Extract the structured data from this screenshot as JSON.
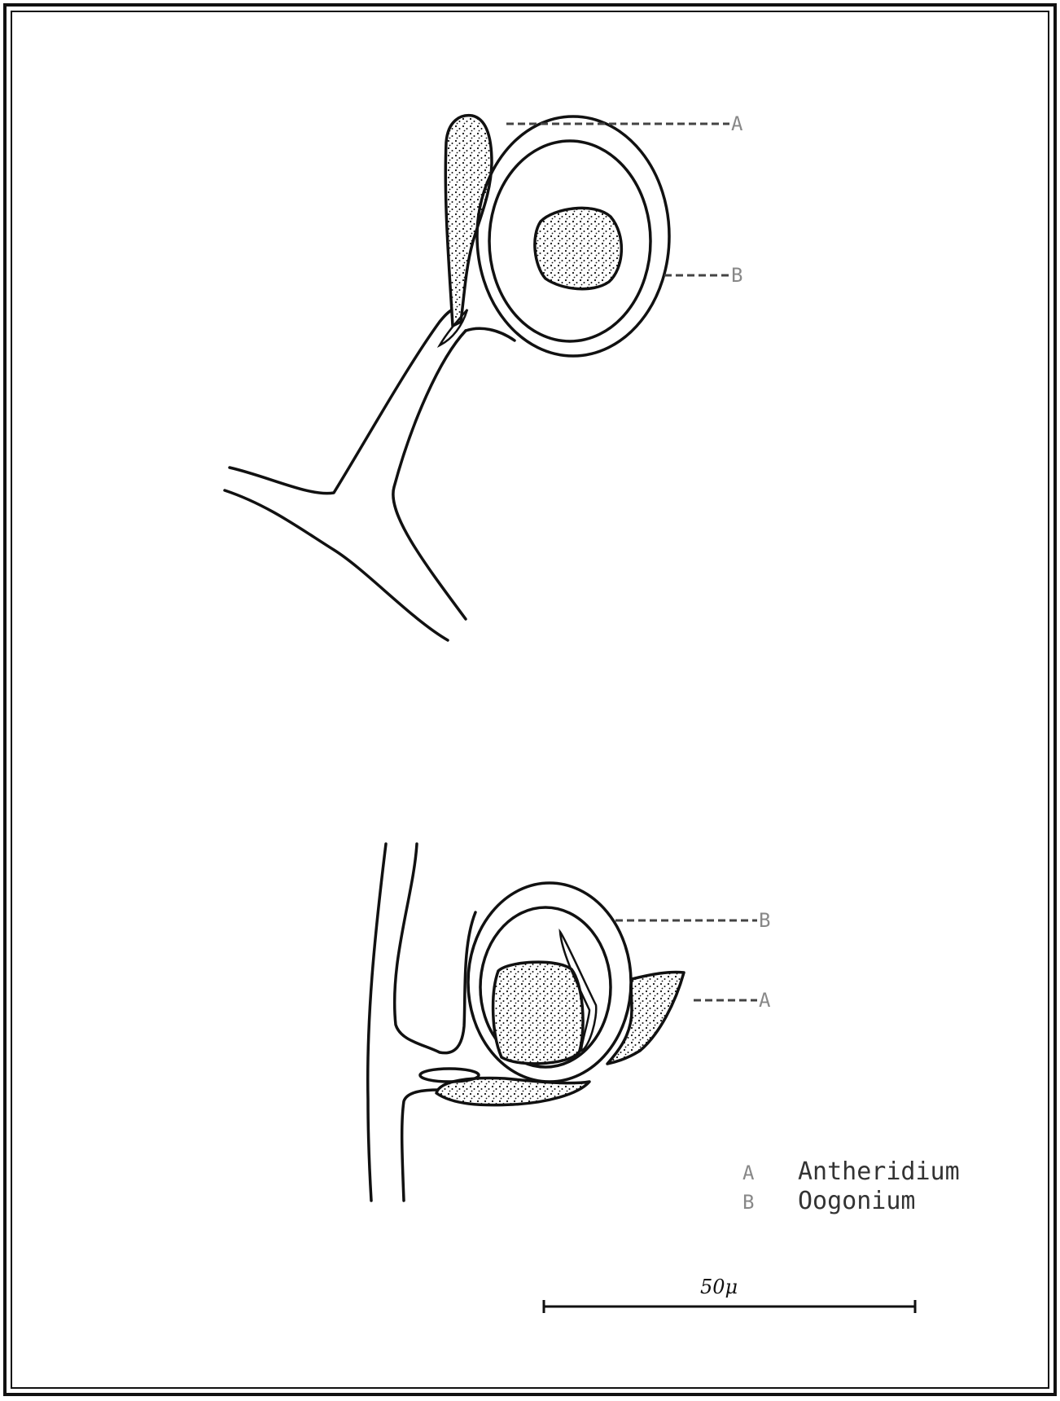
{
  "figure": {
    "labels": {
      "top_A": "A",
      "top_B": "B",
      "bottom_B": "B",
      "bottom_A": "A"
    },
    "legend": [
      {
        "key": "A",
        "text": "Antheridium"
      },
      {
        "key": "B",
        "text": "Oogonium"
      }
    ],
    "scale_bar": {
      "label": "50μ",
      "length_microns": 50
    }
  }
}
